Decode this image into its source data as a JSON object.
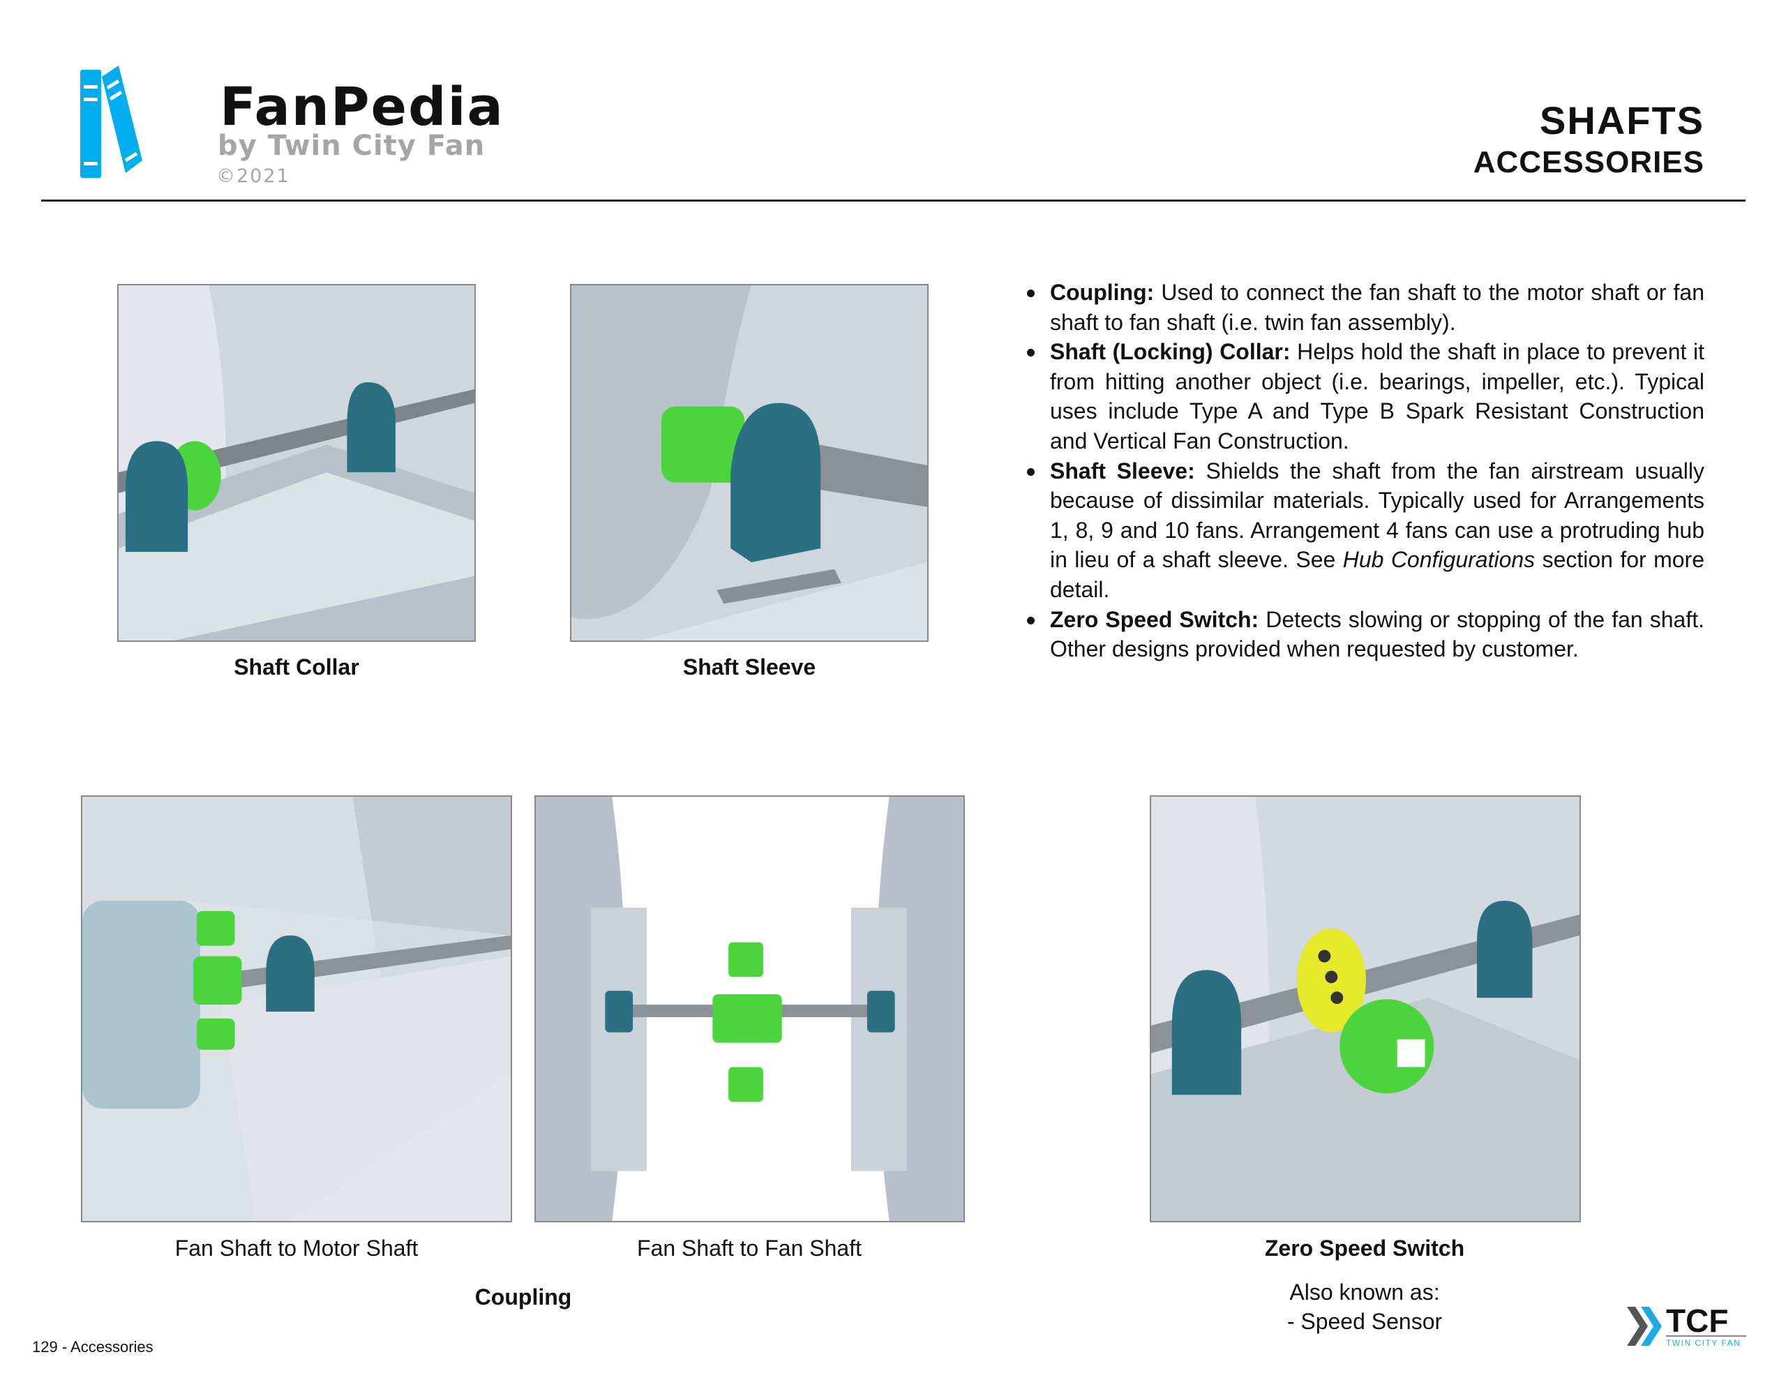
{
  "header": {
    "logo_title": "FanPedia",
    "logo_subtitle": "by Twin City Fan",
    "logo_copyright": "©2021",
    "title": "SHAFTS",
    "subtitle": "ACCESSORIES"
  },
  "figures": {
    "shaft_collar": "Shaft Collar",
    "shaft_sleeve": "Shaft Sleeve",
    "fan_to_motor": "Fan Shaft to Motor Shaft",
    "fan_to_fan": "Fan Shaft to Fan Shaft",
    "coupling": "Coupling",
    "zero_speed_switch": "Zero Speed Switch",
    "aka_label": "Also known as:",
    "aka_value": "- Speed Sensor"
  },
  "bullets": [
    {
      "term": "Coupling:",
      "text": " Used to connect the fan shaft to the motor shaft or fan shaft to fan shaft (i.e. twin fan assembly)."
    },
    {
      "term": "Shaft (Locking) Collar:",
      "text": " Helps hold the shaft in place to prevent it from hitting another object (i.e. bearings, impeller, etc.). Typical uses include Type A and Type B Spark Resistant Construction and Vertical Fan Construction."
    },
    {
      "term": "Shaft Sleeve:",
      "text": " Shields the shaft from the fan airstream usually because of dissimilar materials. Typically used for Arrangements 1, 8, 9 and 10 fans. Arrangement 4 fans can use a protruding hub in lieu of a shaft sleeve. See ",
      "italic": "Hub Configurations",
      "text2": " section for more detail."
    },
    {
      "term": "Zero Speed Switch:",
      "text": " Detects slowing or stopping of the fan shaft. Other designs provided when requested by customer."
    }
  ],
  "footer": {
    "page": "129 - Accessories",
    "brand_logo": "TCF",
    "brand_logo_sub": "Twin City Fan"
  },
  "colors": {
    "brand_blue": "#00aeef",
    "bearing_teal": "#2a6f82",
    "accent_green": "#4cd43c",
    "switch_yellow": "#e6e92a"
  }
}
